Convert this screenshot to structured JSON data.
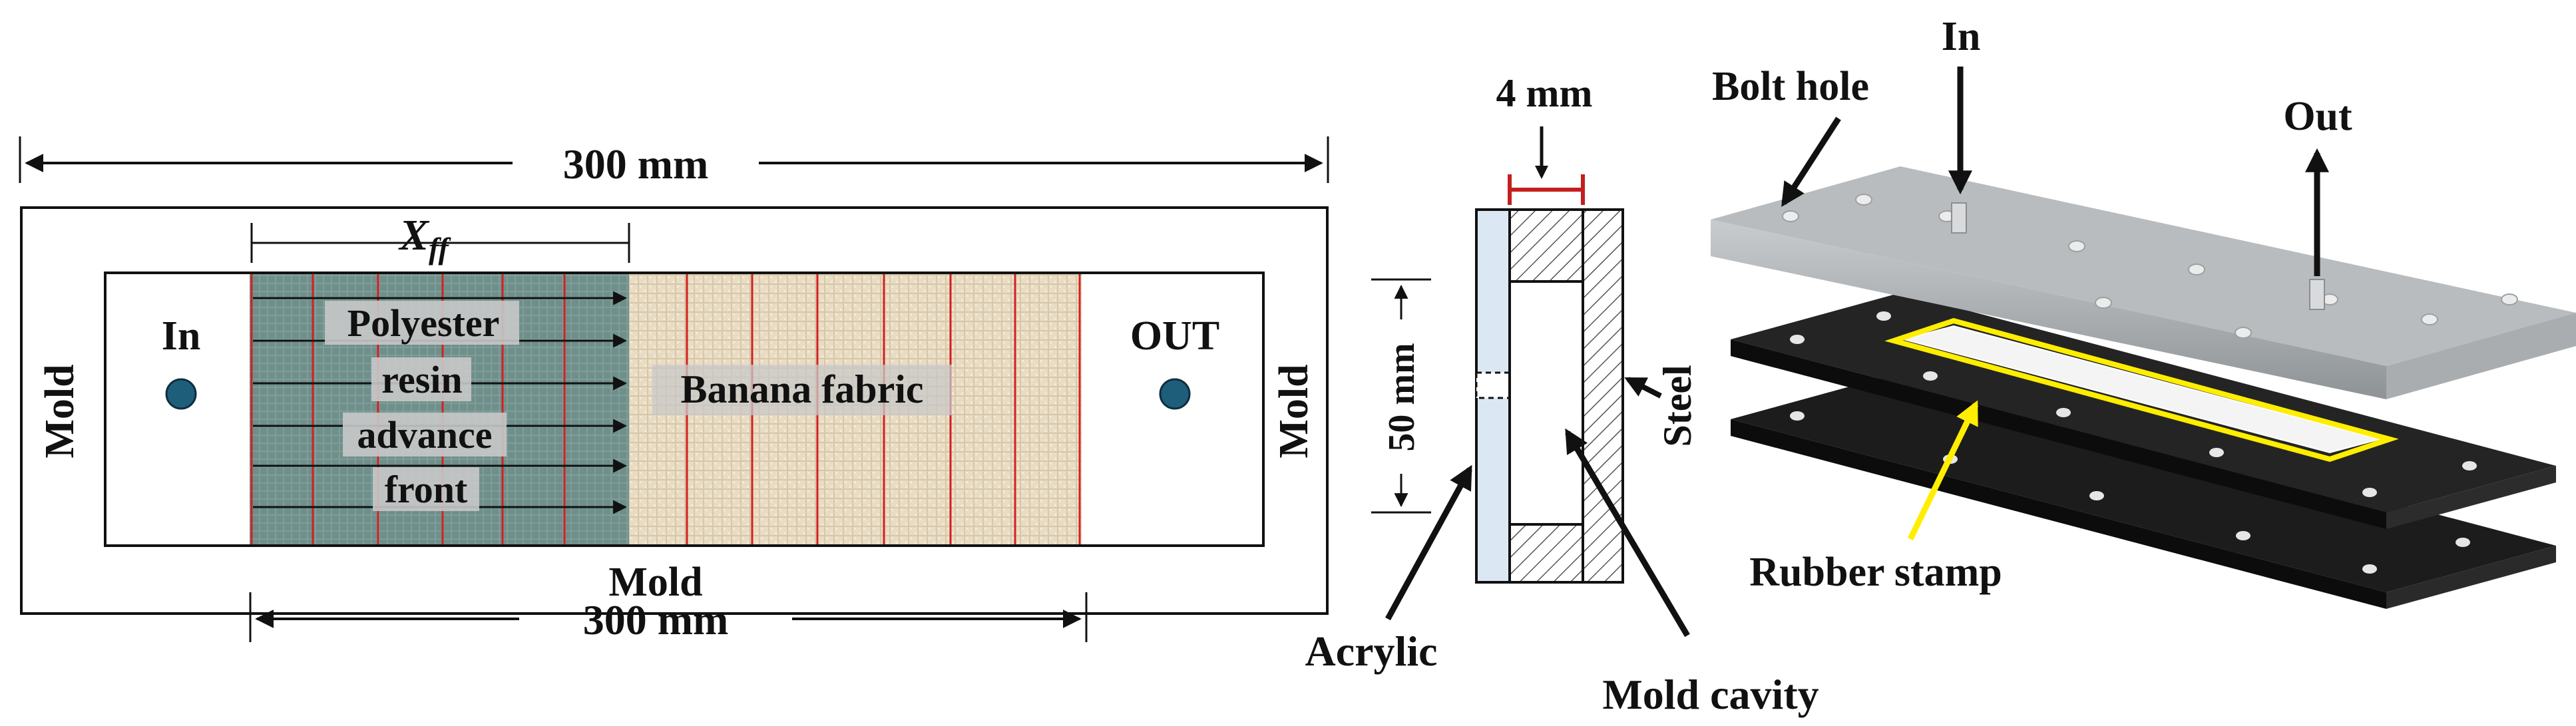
{
  "top_view": {
    "width_top": "300 mm",
    "width_bottom": "300 mm",
    "xff_main": "X",
    "xff_sub": "ff",
    "mold_left": "Mold",
    "mold_right": "Mold",
    "mold_bottom": "Mold",
    "inlet": "In",
    "outlet": "OUT",
    "resin_lines": [
      "Polyester",
      "resin",
      "advance",
      "front"
    ],
    "fabric": "Banana fabric"
  },
  "section_view": {
    "thickness": "4 mm",
    "height": "50 mm",
    "steel": "Steel",
    "acrylic": "Acrylic",
    "cavity": "Mold cavity"
  },
  "exploded_view": {
    "bolt_hole": "Bolt hole",
    "inlet": "In",
    "outlet": "Out",
    "rubber_stamp": "Rubber stamp"
  },
  "colors": {
    "resin_fill": "#6f8f8b",
    "fabric_fill": "#e9dcc4",
    "red_lines": "#d42020",
    "port": "#1f5e7a",
    "highlight": "#ffee00",
    "acrylic": "#dbe8f3"
  }
}
